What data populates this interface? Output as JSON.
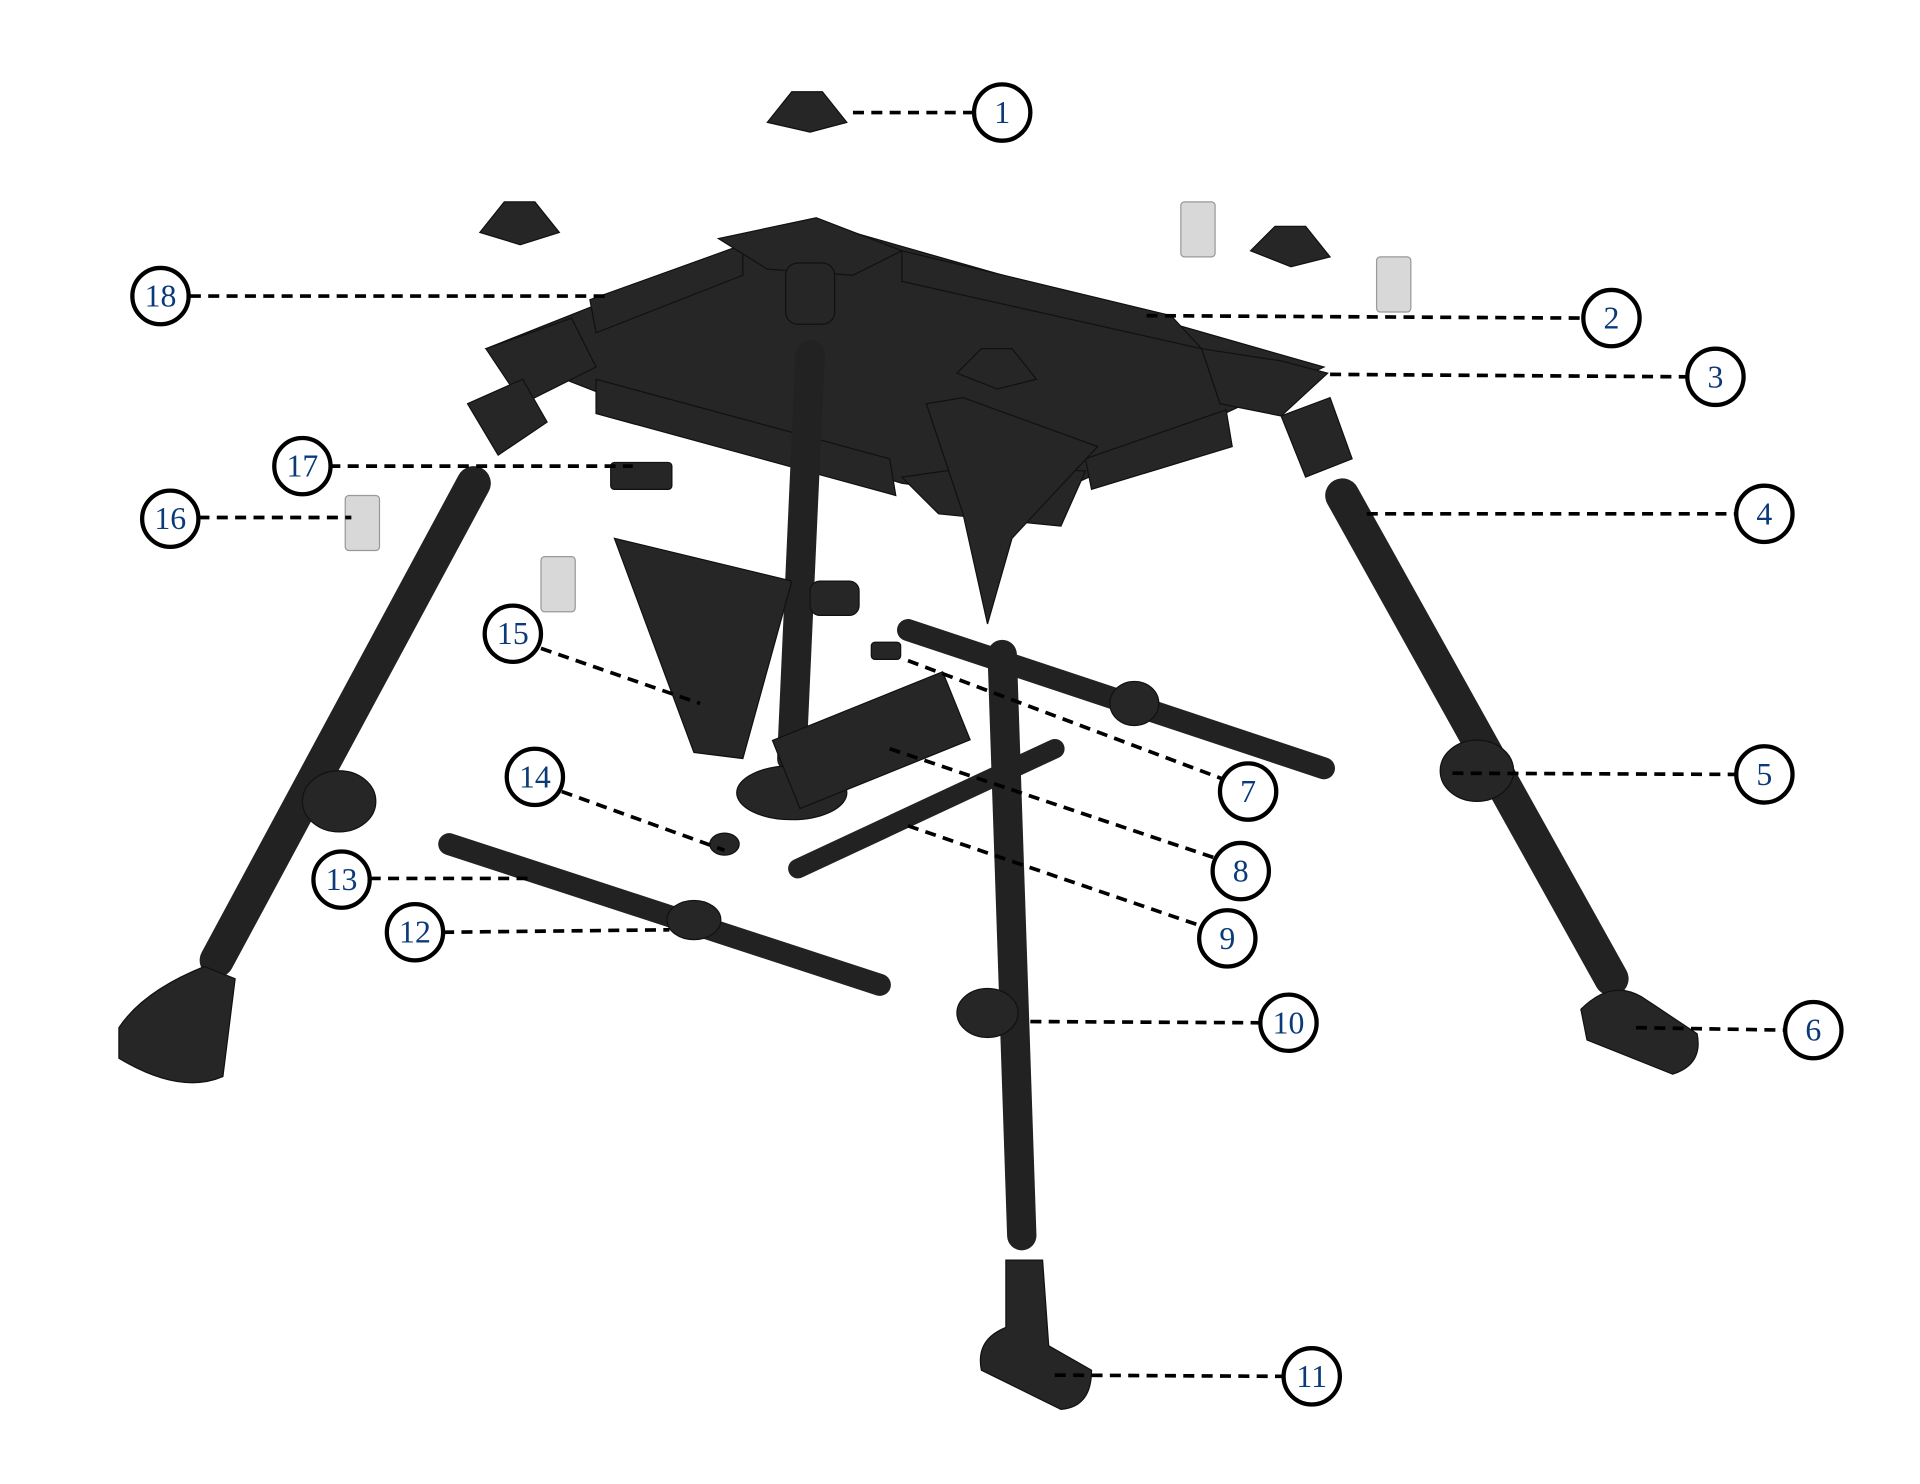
{
  "title": "Exploded parts diagram of stand frame",
  "label_color": "#0b3a78",
  "callouts": [
    {
      "number": "1"
    },
    {
      "number": "2"
    },
    {
      "number": "3"
    },
    {
      "number": "4"
    },
    {
      "number": "5"
    },
    {
      "number": "6"
    },
    {
      "number": "7"
    },
    {
      "number": "8"
    },
    {
      "number": "9"
    },
    {
      "number": "10"
    },
    {
      "number": "11"
    },
    {
      "number": "12"
    },
    {
      "number": "13"
    },
    {
      "number": "14"
    },
    {
      "number": "15"
    },
    {
      "number": "16"
    },
    {
      "number": "17"
    },
    {
      "number": "18"
    }
  ]
}
